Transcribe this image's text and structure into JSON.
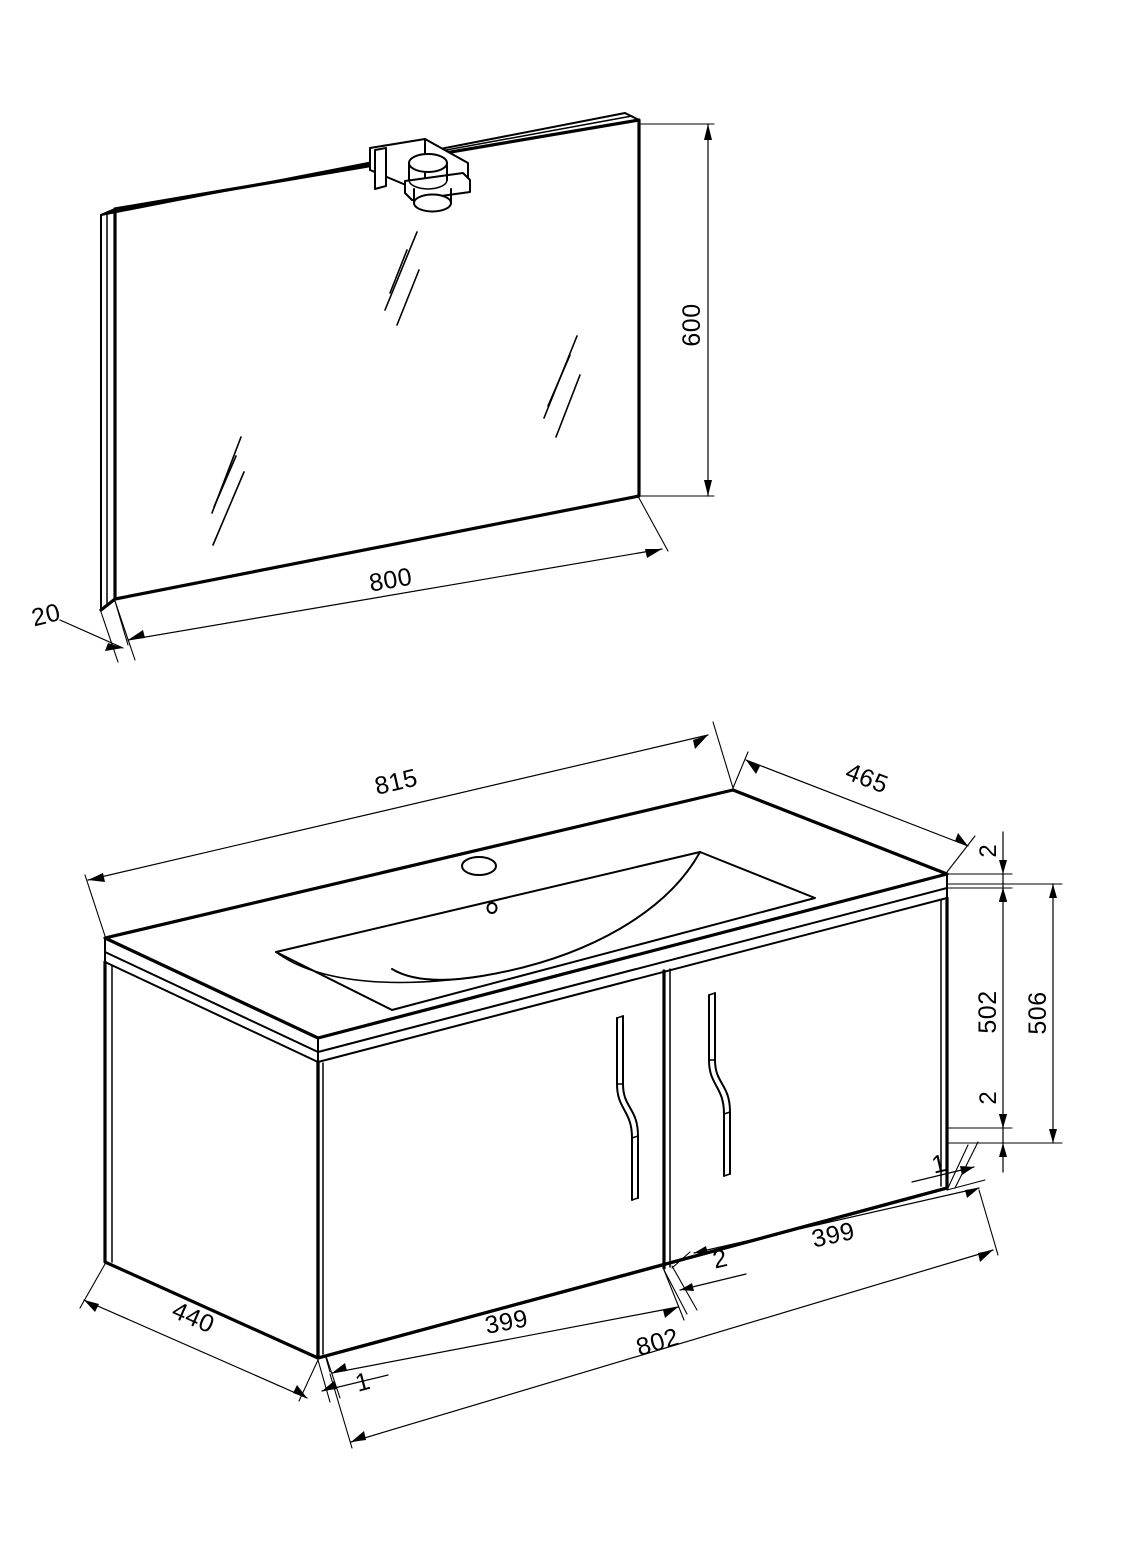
{
  "drawing": {
    "type": "isometric-technical-drawing",
    "subject": "Bathroom vanity unit with mirror",
    "background_color": "#ffffff",
    "line_color": "#000000",
    "units": "mm"
  },
  "views": [
    {
      "id": "mirror-view",
      "name": "Mirror panel with light fixture",
      "components": [
        "mirror-panel",
        "mirror-edge",
        "light-fixture-arm",
        "light-fixture-lamp",
        "reflection-sheen-marks"
      ]
    },
    {
      "id": "vanity-view",
      "name": "Vanity cabinet with integrated washbasin",
      "components": [
        "countertop-basin",
        "basin-bowl",
        "tap-hole",
        "overflow-hole",
        "cabinet-body",
        "left-door",
        "right-door",
        "left-handle",
        "right-handle",
        "plinth"
      ]
    }
  ],
  "dimensions": {
    "mirror": [
      {
        "id": "mirror-width",
        "label": "800",
        "describes": "mirror panel width"
      },
      {
        "id": "mirror-height",
        "label": "600",
        "describes": "mirror panel height"
      },
      {
        "id": "mirror-thickness",
        "label": "20",
        "describes": "mirror panel thickness"
      }
    ],
    "vanity": [
      {
        "id": "top-width",
        "label": "815",
        "describes": "countertop overall width"
      },
      {
        "id": "top-depth",
        "label": "465",
        "describes": "countertop overall depth"
      },
      {
        "id": "top-thickness",
        "label": "2",
        "describes": "countertop front edge band"
      },
      {
        "id": "cabinet-height-inner",
        "label": "502",
        "describes": "cabinet door height"
      },
      {
        "id": "cabinet-height-outer",
        "label": "506",
        "describes": "cabinet body overall height"
      },
      {
        "id": "plinth-reveal",
        "label": "2",
        "describes": "lower reveal gap"
      },
      {
        "id": "cabinet-depth",
        "label": "440",
        "describes": "cabinet body depth"
      },
      {
        "id": "door-left-width",
        "label": "399",
        "describes": "left door width"
      },
      {
        "id": "door-right-width",
        "label": "399",
        "describes": "right door width"
      },
      {
        "id": "cabinet-total-width",
        "label": "802",
        "describes": "cabinet overall width"
      },
      {
        "id": "gap-left",
        "label": "1",
        "describes": "left side gap"
      },
      {
        "id": "gap-right",
        "label": "1",
        "describes": "right side gap"
      },
      {
        "id": "gap-center",
        "label": "2",
        "describes": "center gap between doors"
      }
    ]
  }
}
